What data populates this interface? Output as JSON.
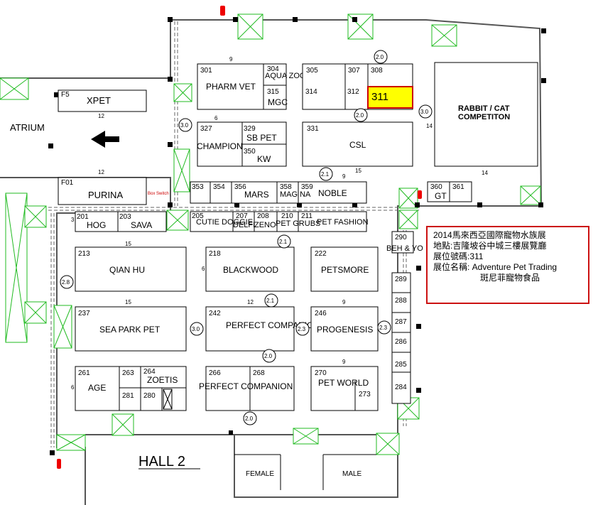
{
  "info_panel": {
    "line1": "2014馬來西亞國際寵物水族展",
    "line2": "地點:吉隆坡谷中城三樓展覽廳",
    "line3": "展位號碼:311",
    "line4": "展位名稱: Adventure Pet Trading",
    "line5": "斑尼菲寵物食品"
  },
  "labels": {
    "atrium": "ATRIUM",
    "hall": "HALL 2",
    "female": "FEMALE",
    "male": "MALE",
    "box_switch": "Box Switch"
  },
  "booths": {
    "301": "301",
    "pharm_vet": "PHARM VET",
    "304": "304",
    "aqua_zoo": "AQUA ZOO",
    "315": "315",
    "mgc": "MGC",
    "305": "305",
    "307": "307",
    "308": "308",
    "314": "314",
    "312": "312",
    "311": "311",
    "rabbit_cat": "RABBIT / CAT",
    "competition": "COMPETITON",
    "f5": "F5",
    "xpet": "XPET",
    "327": "327",
    "champion": "CHAMPION",
    "329": "329",
    "sb_pet": "SB PET",
    "350": "350",
    "kw": "KW",
    "331": "331",
    "csl": "CSL",
    "f01": "F01",
    "purina": "PURINA",
    "353": "353",
    "354": "354",
    "356": "356",
    "mars": "MARS",
    "358": "358",
    "magna": "MAG NA",
    "359": "359",
    "noble": "NOBLE",
    "360": "360",
    "gt": "GT",
    "361": "361",
    "201": "201",
    "hog": "HOG",
    "203": "203",
    "sava": "SAVA",
    "205": "205",
    "cutie_doggie": "CUTIE DOGGIE",
    "207": "207",
    "delfi": "DELFI",
    "208": "208",
    "zeno": "ZENO",
    "210": "210",
    "pet_grubs": "PET GRUBS",
    "211": "211",
    "pet_fashion": "PET FASHION",
    "290": "290",
    "beh_yo": "BEH & YO",
    "213": "213",
    "qian_hu": "QIAN HU",
    "218": "218",
    "blackwood": "BLACKWOOD",
    "222": "222",
    "petsmore": "PETSMORE",
    "237": "237",
    "sea_park_pet": "SEA PARK PET",
    "242": "242",
    "perfect_companion": "PERFECT COMPANION",
    "246": "246",
    "progenesis": "PROGENESIS",
    "261": "261",
    "age": "AGE",
    "263": "263",
    "264": "264",
    "zoetis": "ZOETIS",
    "281": "281",
    "280": "280",
    "266": "266",
    "perfect_companion_2": "PERFECT COMPANION",
    "268": "268",
    "270": "270",
    "pet_world": "PET WORLD",
    "273": "273",
    "289": "289",
    "288": "288",
    "287": "287",
    "286": "286",
    "285": "285",
    "284": "284"
  },
  "aisle_widths": {
    "a1": "2.0",
    "a2": "2.0",
    "a3": "3.0",
    "a4": "3.0",
    "a5": "2.1",
    "a6": "2.1",
    "a7": "2.8",
    "a8": "2.1",
    "a9": "2.3",
    "a10": "2.3",
    "a11": "3.0",
    "a12": "2.0",
    "a13": "2.0"
  },
  "dimensions": {
    "d1": "9",
    "d2": "12",
    "d3": "6",
    "d4": "14",
    "d5": "14",
    "d6": "15",
    "d7": "12",
    "d8": "9",
    "d9": "15",
    "d10": "12",
    "d11": "9",
    "d12": "15",
    "d13": "6",
    "d14": "6",
    "d15": "9",
    "d16": "3"
  }
}
